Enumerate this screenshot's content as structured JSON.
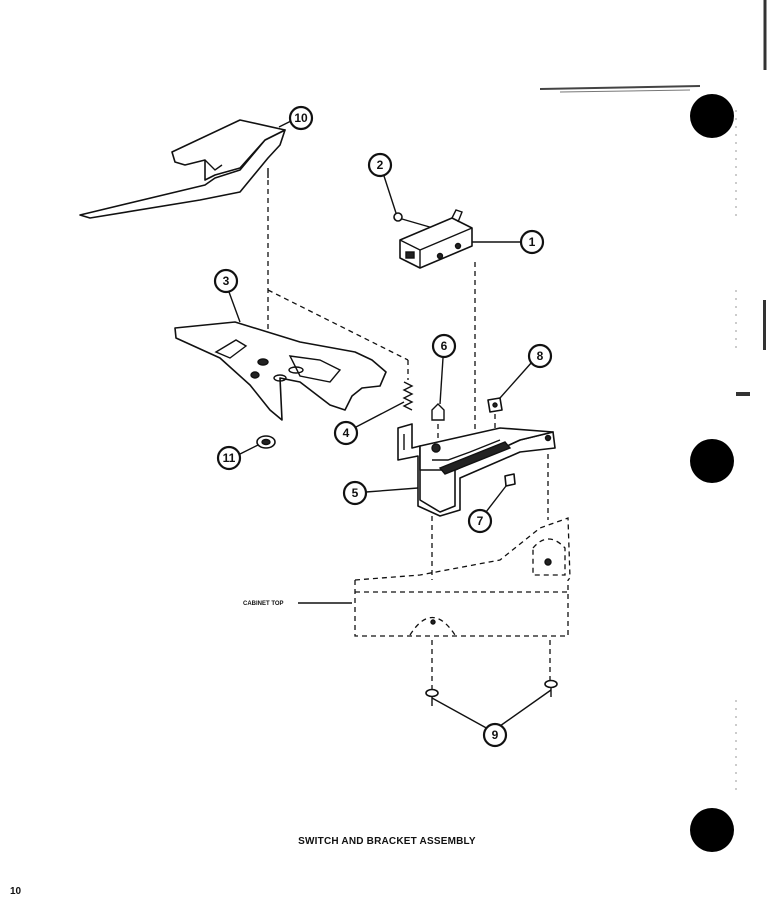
{
  "caption": "SWITCH AND BRACKET ASSEMBLY",
  "page_number": "10",
  "cabinet_label": "CABINET TOP",
  "callouts": [
    "1",
    "2",
    "3",
    "4",
    "5",
    "6",
    "7",
    "8",
    "9",
    "10",
    "11"
  ]
}
